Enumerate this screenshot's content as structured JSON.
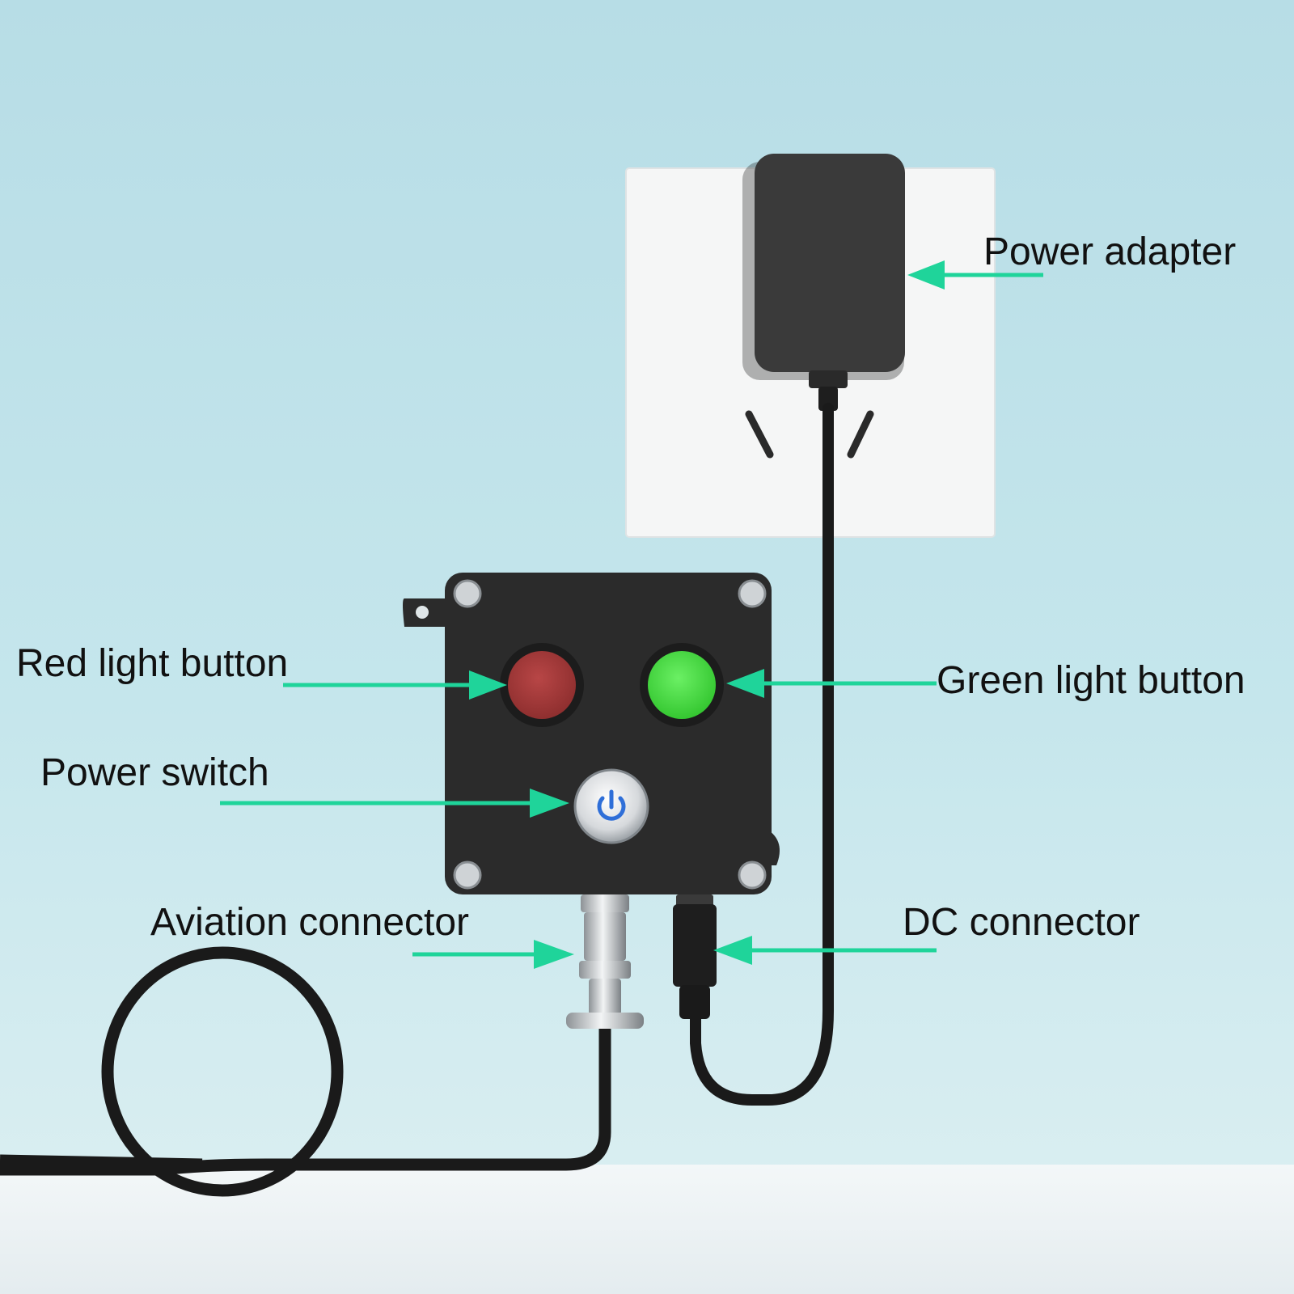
{
  "labels": {
    "power_adapter": "Power adapter",
    "red_light_button": "Red light button",
    "green_light_button": "Green light button",
    "power_switch": "Power switch",
    "aviation_connector": "Aviation connector",
    "dc_connector": "DC connector"
  },
  "colors": {
    "wall": "#bfe3ea",
    "floor": "#eef3f5",
    "socket_plate": "#f5f6f6",
    "adapter": "#3a3a3a",
    "box": "#2b2b2b",
    "red_button": "#a33b3b",
    "green_button": "#4fe64a",
    "power_icon": "#2f6fd8",
    "arrow": "#1fd49a",
    "cable": "#1a1a1a"
  },
  "icons": {
    "power_switch": "power-icon"
  }
}
